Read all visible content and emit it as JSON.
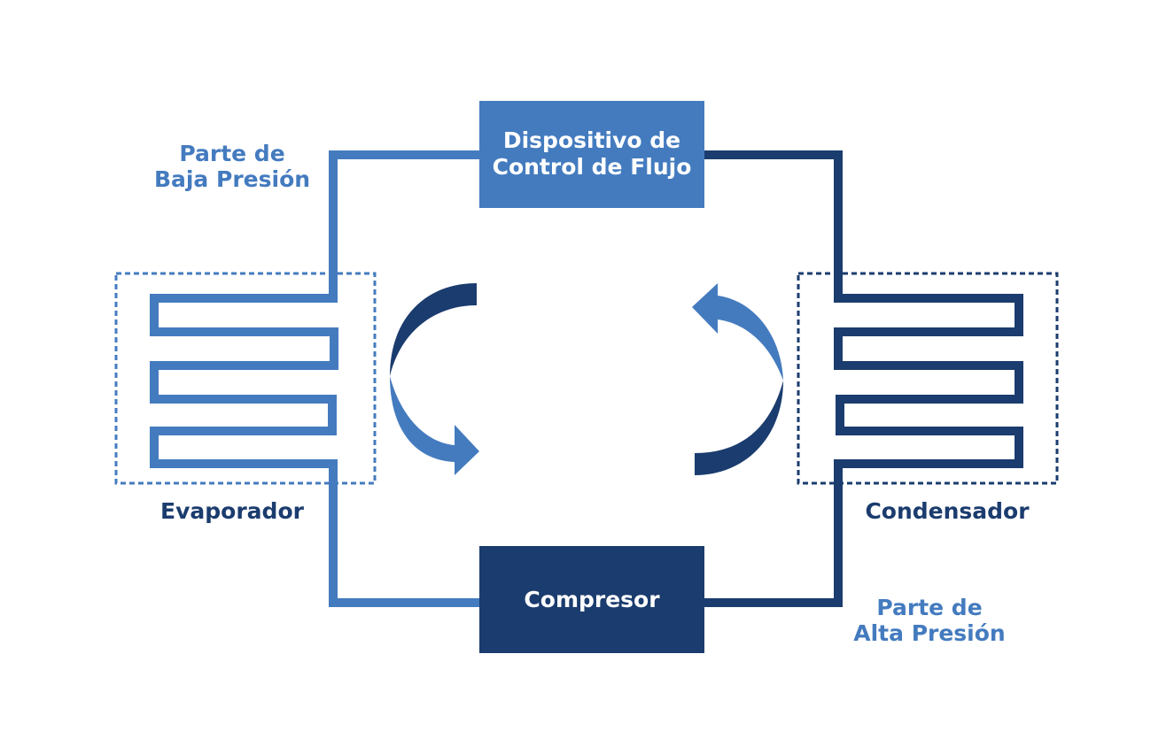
{
  "colors": {
    "light": "#447bbf",
    "dark": "#1b3c6e",
    "box_text": "#ffffff"
  },
  "nodes": {
    "flow_control": {
      "line1": "Dispositivo de",
      "line2": "Control de Flujo"
    },
    "compressor": {
      "label": "Compresor"
    },
    "evaporator": {
      "label": "Evaporador"
    },
    "condenser": {
      "label": "Condensador"
    }
  },
  "regions": {
    "low_pressure": {
      "line1": "Parte de",
      "line2": "Baja Presión"
    },
    "high_pressure": {
      "line1": "Parte de",
      "line2": "Alta Presión"
    }
  },
  "flow_direction": "clockwise-arrows"
}
